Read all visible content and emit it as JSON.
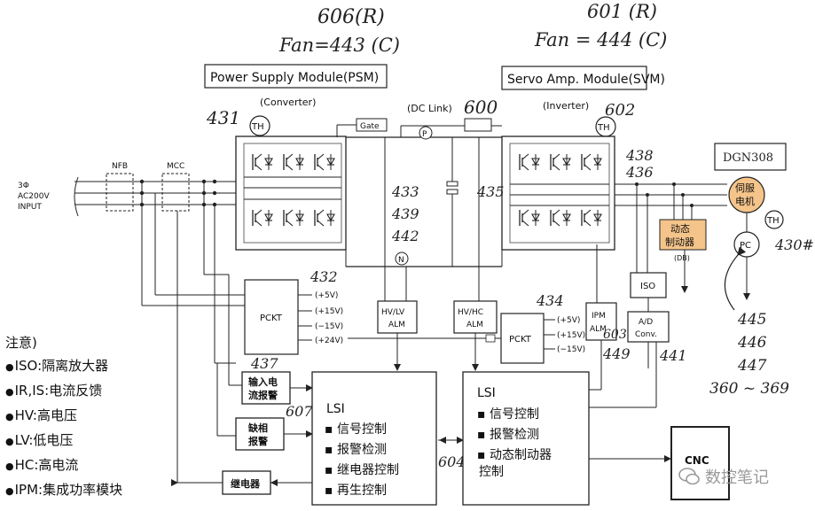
{
  "handwritten": {
    "psm_r": "606(R)",
    "psm_fan": "Fan=443 (C)",
    "svm_r": "601 (R)",
    "svm_fan": "Fan = 444 (C)",
    "n431": "431",
    "n600": "600",
    "n602": "602",
    "n438": "438",
    "n436": "436",
    "n433": "433",
    "n439": "439",
    "n442": "442",
    "n435": "435",
    "n432": "432",
    "n434": "434",
    "n437": "437",
    "n607": "607",
    "n604": "604",
    "n603": "603",
    "n449": "449",
    "n441": "441",
    "n430": "430#",
    "n445": "445",
    "n446": "446",
    "n447": "447",
    "n360": "360 ~ 369"
  },
  "modules": {
    "psm": "Power Supply Module(PSM)",
    "svm": "Servo Amp. Module(SVM)",
    "converter": "(Converter)",
    "inverter": "(Inverter)",
    "dclink": "(DC Link)",
    "gate": "Gate",
    "th": "TH",
    "dgn": "DGN308"
  },
  "input": {
    "line1": "3Φ",
    "line2": "AC200V",
    "line3": "INPUT",
    "nfb": "NFB",
    "mcc": "MCC"
  },
  "blocks": {
    "pckt": "PCKT",
    "hvlv_1": "HV/LV",
    "hvlv_2": "ALM",
    "hvhc_1": "HV/HC",
    "hvhc_2": "ALM",
    "ipm_1": "IPM",
    "ipm_2": "ALM",
    "iso": "ISO",
    "ad_1": "A/D",
    "ad_2": "Conv.",
    "pc": "PC",
    "p": "P",
    "n": "N",
    "db": "(DB)",
    "cnc": "CNC",
    "relay": "继电器",
    "input_alarm_1": "输入电",
    "input_alarm_2": "流报警",
    "phase_alarm_1": "缺相",
    "phase_alarm_2": "报警",
    "brake_1": "动态",
    "brake_2": "制动器",
    "motor_1": "伺服",
    "motor_2": "电机"
  },
  "voltages_psm": [
    "(+5V)",
    "(+15V)",
    "(−15V)",
    "(+24V)"
  ],
  "voltages_svm": [
    "(+5V)",
    "(+15V)",
    "(−15V)"
  ],
  "lsi_left": {
    "title": "LSI",
    "items": [
      "信号控制",
      "报警检测",
      "继电器控制",
      "再生控制"
    ]
  },
  "lsi_right": {
    "title": "LSI",
    "items": [
      "信号控制",
      "报警检测",
      "动态制动器",
      "控制"
    ]
  },
  "notes": {
    "title": "注意)",
    "items": [
      "ISO:隔离放大器",
      "IR,IS:电流反馈",
      "HV:高电压",
      "LV:低电压",
      "HC:高电流",
      "IPM:集成功率模块"
    ]
  },
  "watermark": "数控笔记",
  "colors": {
    "orange": "#f5c48a",
    "line": "#222222"
  }
}
